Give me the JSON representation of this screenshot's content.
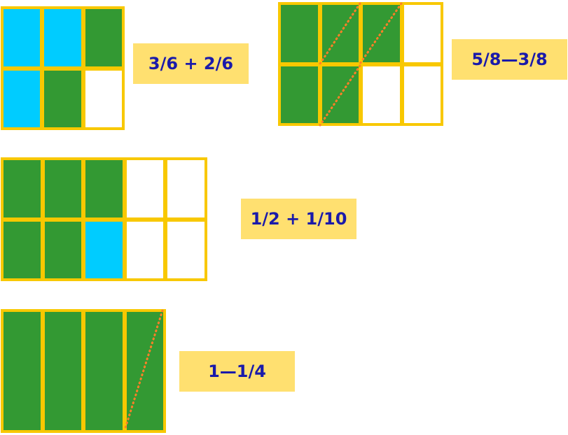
{
  "colors": {
    "border": "#f8c800",
    "shaded": "#339933",
    "added": "#00ccff",
    "empty": "#ffffff",
    "label_bg": "#ffe070",
    "label_text": "#1a1aaa",
    "strike": "#ff7f27"
  },
  "problems": [
    {
      "expression": "3/6 + 2/6",
      "rows": 2,
      "cols": 3,
      "cells": [
        "blue",
        "blue",
        "green",
        "blue",
        "green",
        "white"
      ]
    },
    {
      "expression": "5/8—3/8",
      "rows": 2,
      "cols": 4,
      "cells": [
        "green",
        "green",
        "green",
        "white",
        "green",
        "green",
        "white",
        "white"
      ],
      "crossed_out": 3
    },
    {
      "expression": "1/2 + 1/10",
      "rows": 2,
      "cols": 5,
      "cells": [
        "green",
        "green",
        "green",
        "white",
        "white",
        "green",
        "green",
        "blue",
        "white",
        "white"
      ]
    },
    {
      "expression": "1—1/4",
      "rows": 1,
      "cols": 4,
      "cells": [
        "green",
        "green",
        "green",
        "green"
      ],
      "crossed_out": 1
    }
  ]
}
